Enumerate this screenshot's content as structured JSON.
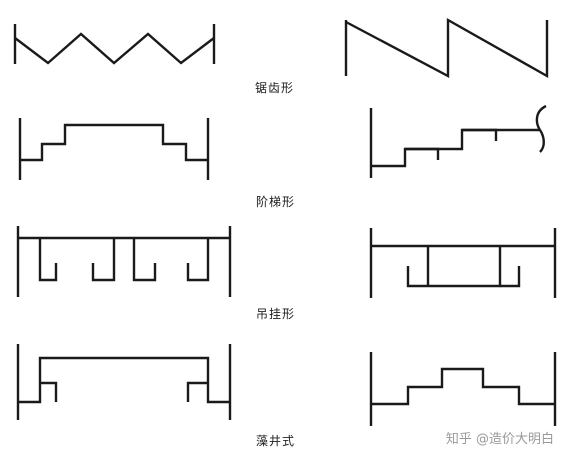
{
  "figure": {
    "labels": [
      "锯齿形",
      "阶梯形",
      "吊挂形",
      "藻井式"
    ]
  },
  "watermark": {
    "text": "知乎 @造价大明白"
  },
  "colors": {
    "line": "#1a1a1a",
    "label": "#222222",
    "watermark": "#9a9a9a"
  }
}
